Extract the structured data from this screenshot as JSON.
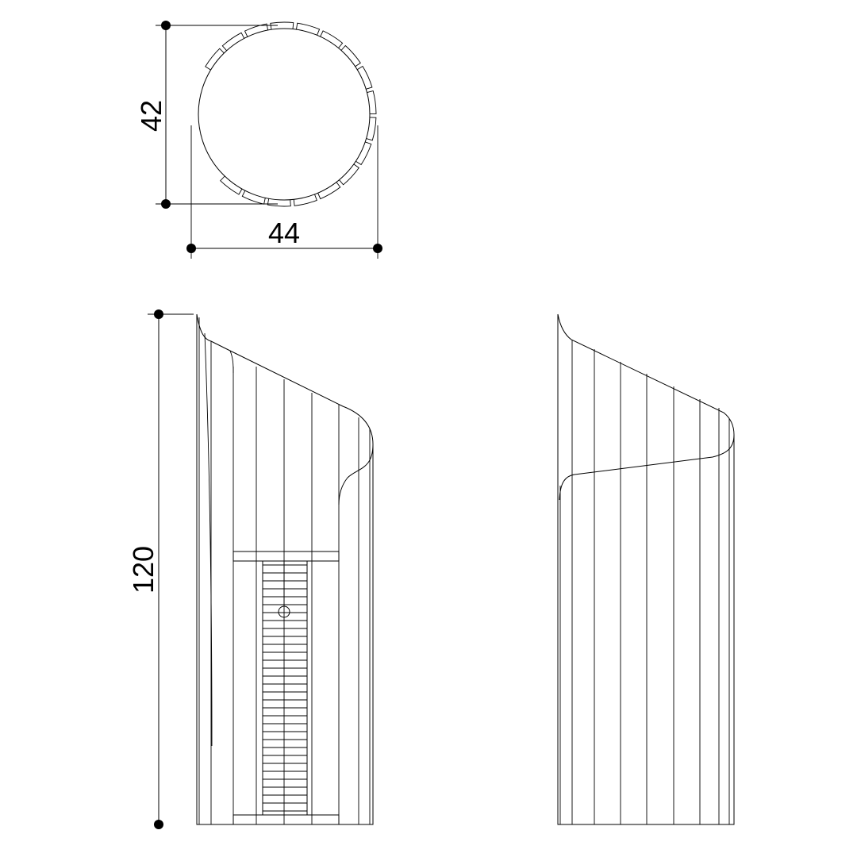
{
  "dimensions": {
    "depth": "42",
    "width": "44",
    "height": "120"
  }
}
